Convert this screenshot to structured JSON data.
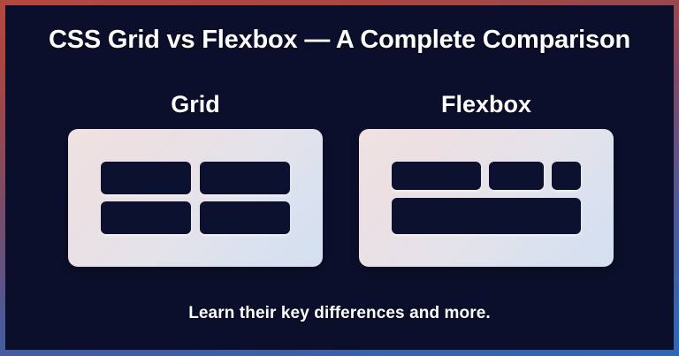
{
  "poster": {
    "title": "CSS Grid vs Flexbox — A Complete Comparison",
    "subtitle": "Learn their key differences and more.",
    "background_color": "#0c0f2b",
    "border_gradient_from": "#b5483f",
    "border_gradient_to": "#2e67b3",
    "title_color": "#ffffff"
  },
  "columns": [
    {
      "label": "Grid",
      "panel_gradient_from": "#f0e2e2",
      "panel_gradient_to": "#d3dff0",
      "cell_color": "#0d1130",
      "cells": [
        {
          "name": "grid-cell-1"
        },
        {
          "name": "grid-cell-2"
        },
        {
          "name": "grid-cell-3"
        },
        {
          "name": "grid-cell-4"
        }
      ]
    },
    {
      "label": "Flexbox",
      "panel_gradient_from": "#f0e2e2",
      "panel_gradient_to": "#d3dff0",
      "cell_color": "#0d1130",
      "rows": [
        {
          "items": [
            {
              "name": "flex-item-wide",
              "size": "wide"
            },
            {
              "name": "flex-item-medium",
              "size": "medium"
            },
            {
              "name": "flex-item-small",
              "size": "small"
            }
          ]
        },
        {
          "items": [
            {
              "name": "flex-item-full",
              "size": "full"
            }
          ]
        }
      ]
    }
  ]
}
